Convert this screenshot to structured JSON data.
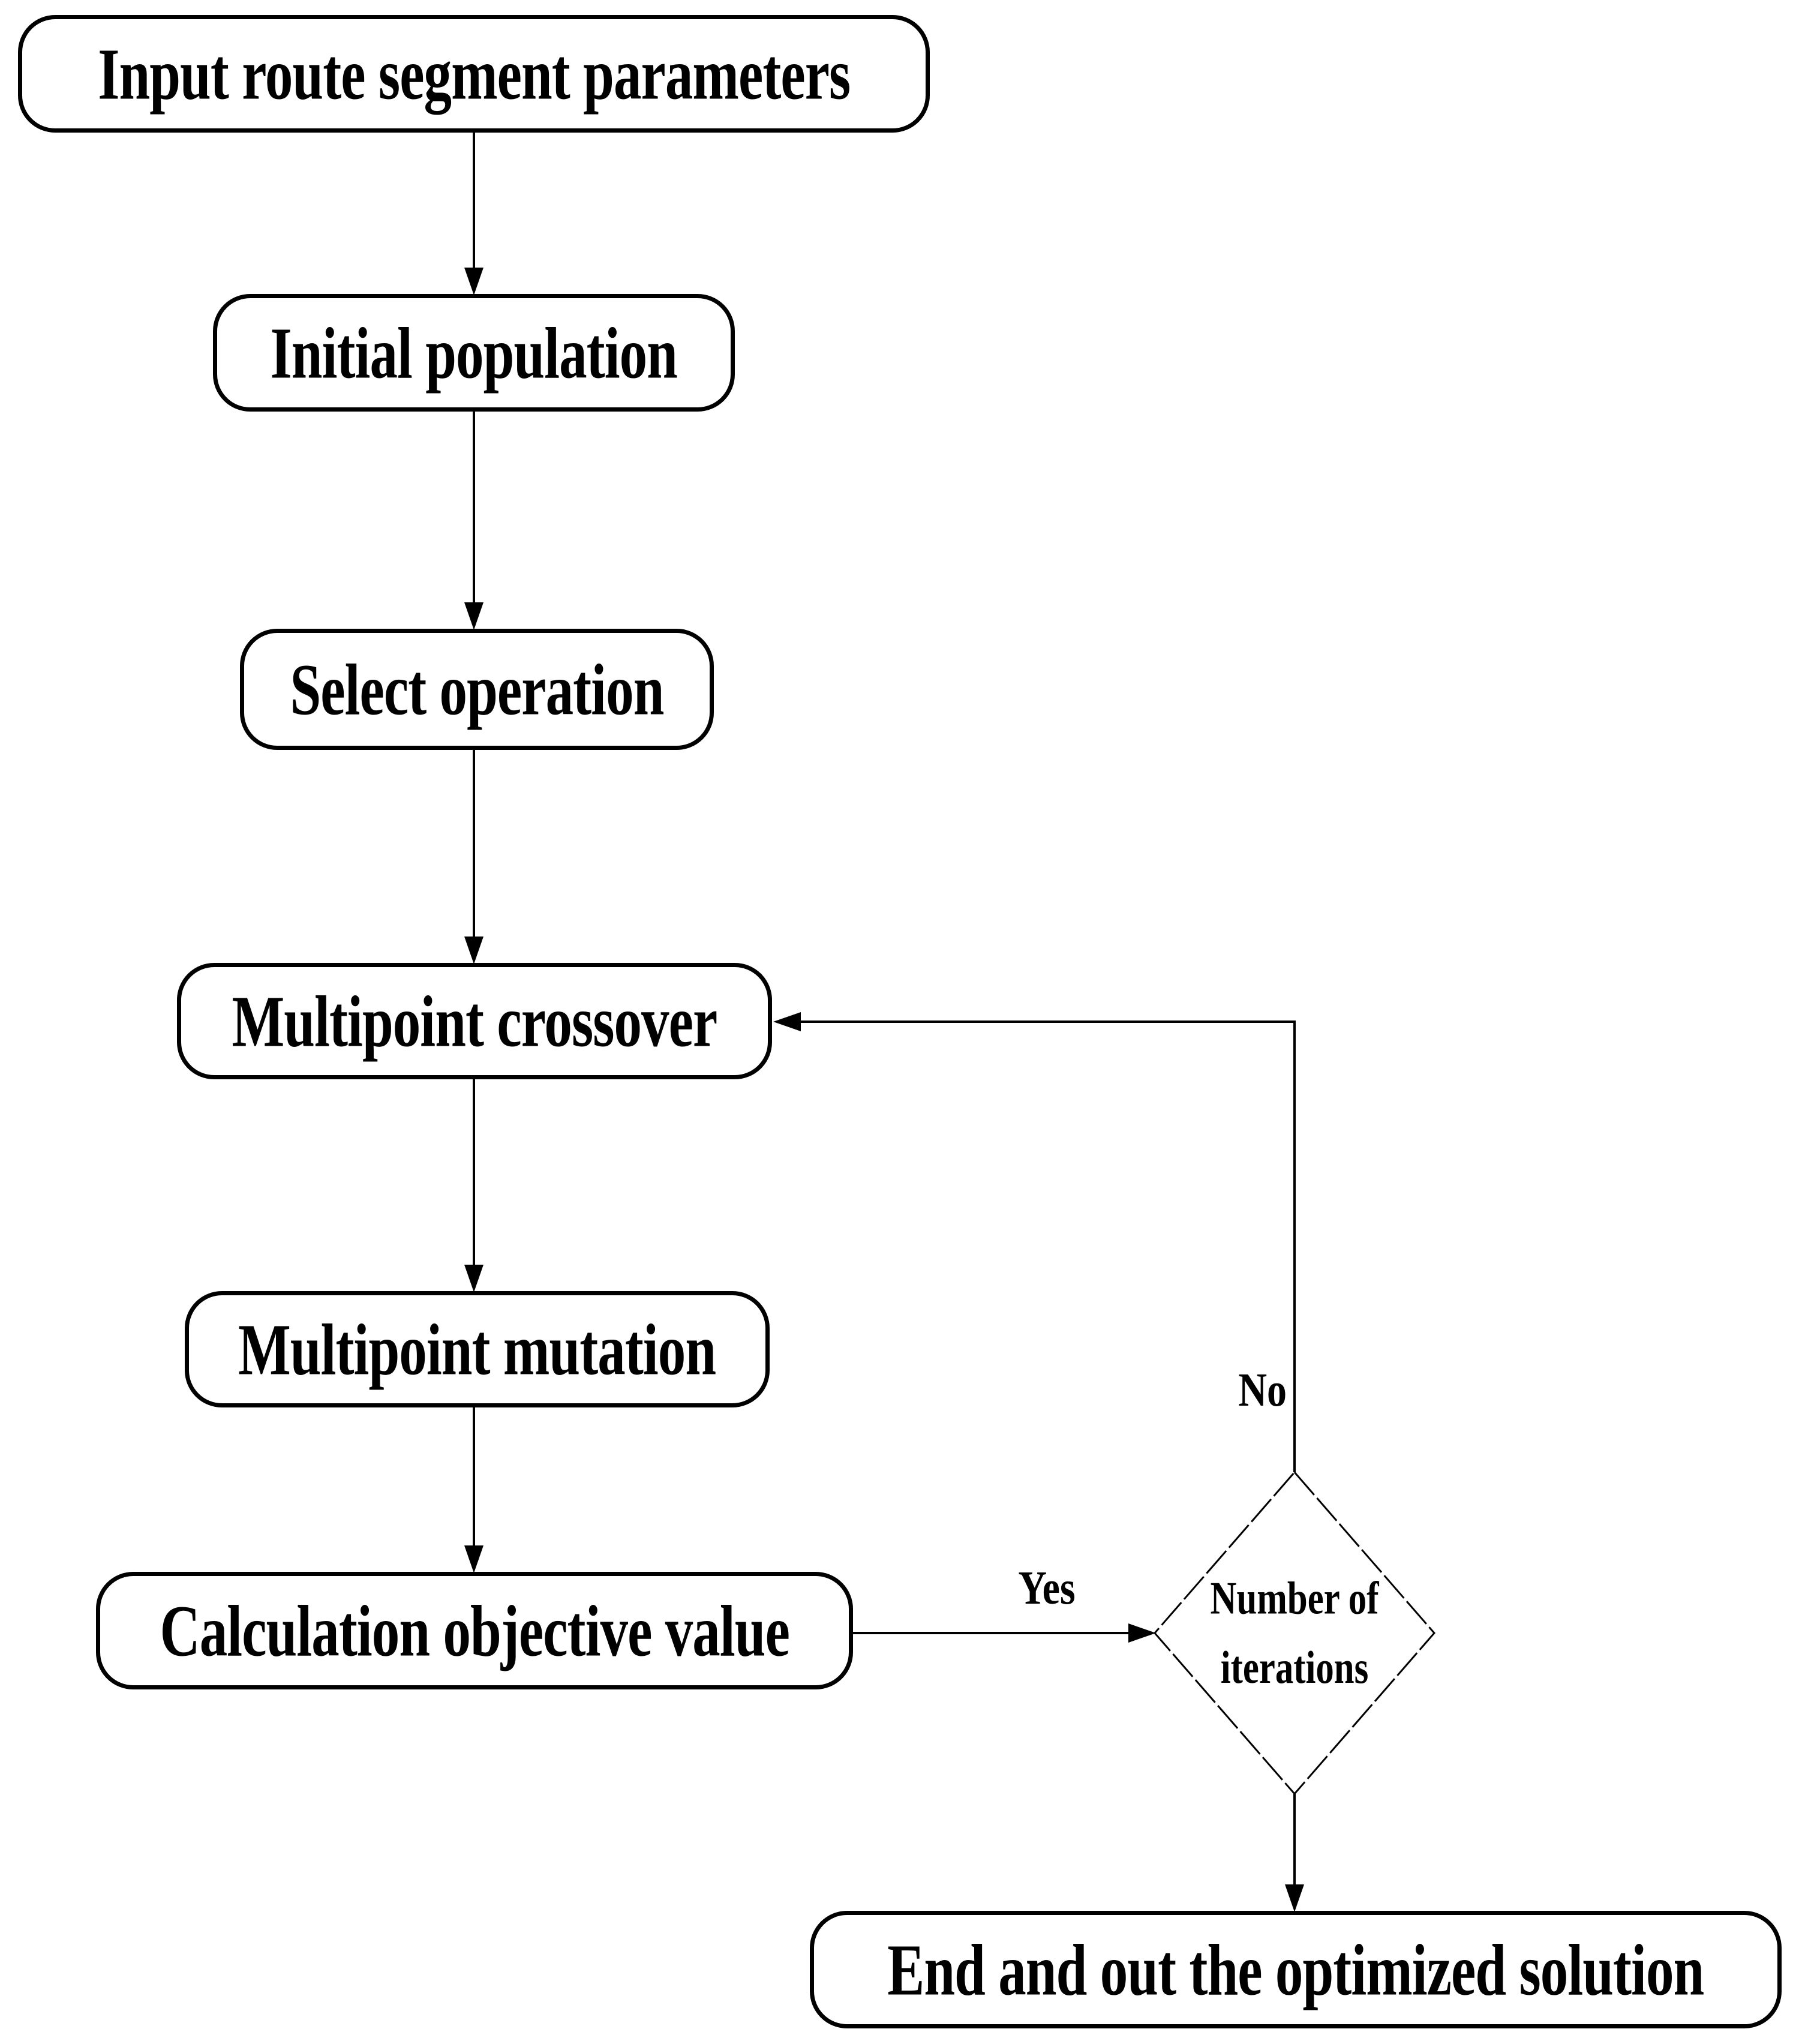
{
  "nodes": {
    "input": {
      "label": "Input route segment parameters"
    },
    "initial_population": {
      "label": "Initial population"
    },
    "select_operation": {
      "label": "Select operation"
    },
    "multipoint_crossover": {
      "label": "Multipoint crossover"
    },
    "multipoint_mutation": {
      "label": "Multipoint mutation"
    },
    "calculation_objective": {
      "label": "Calculation objective value"
    },
    "decision": {
      "line1": "Number of",
      "line2": "iterations"
    },
    "end": {
      "label": "End and out the optimized solution"
    }
  },
  "edge_labels": {
    "yes": "Yes",
    "no": "No"
  },
  "colors": {
    "stroke": "#000000",
    "background": "#ffffff"
  }
}
